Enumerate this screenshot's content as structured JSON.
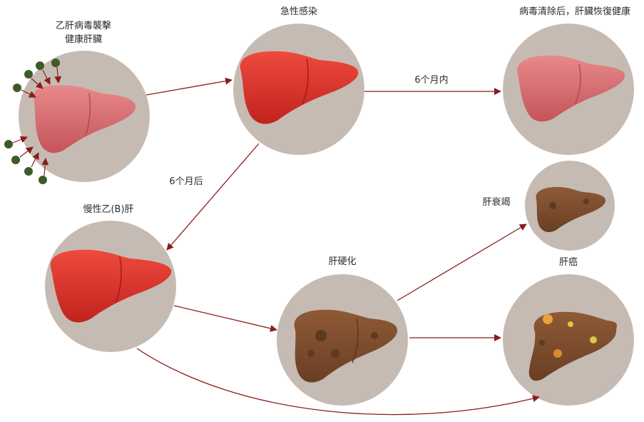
{
  "labels": {
    "start_line1": "乙肝病毒襲擊",
    "start_line2": "健康肝臟",
    "acute": "急性感染",
    "recovered": "病毒清除后，肝臟恢復健康",
    "within_6_months": "6个月内",
    "after_6_months": "6个月后",
    "chronic": "慢性乙(B)肝",
    "cirrhosis": "肝硬化",
    "liver_failure": "肝衰竭",
    "liver_cancer": "肝癌"
  },
  "colors": {
    "circle": "#c6bbb3",
    "arrow": "#8b1c1c",
    "liver_healthy": "#d9666a",
    "liver_acute": "#d92d26",
    "liver_diseased": "#7a4a2c",
    "virus": "#3d5a2a"
  }
}
